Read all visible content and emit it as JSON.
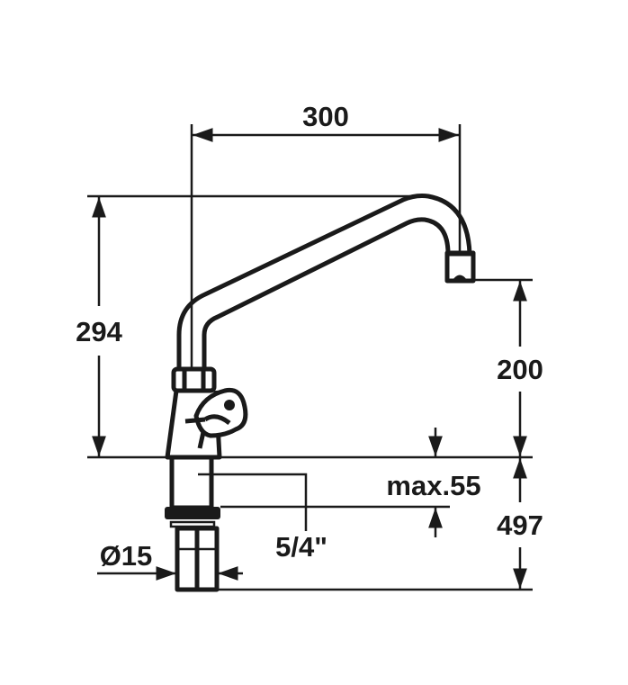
{
  "title": "Faucet technical drawing",
  "dimensions": {
    "spout_reach": "300",
    "total_height": "294",
    "outlet_height": "200",
    "max_thickness": "max.55",
    "shank_length": "497",
    "thread": "5/4\"",
    "pipe_diameter": "Ø15"
  },
  "colors": {
    "ink": "#1a1a1a",
    "background": "#ffffff"
  }
}
